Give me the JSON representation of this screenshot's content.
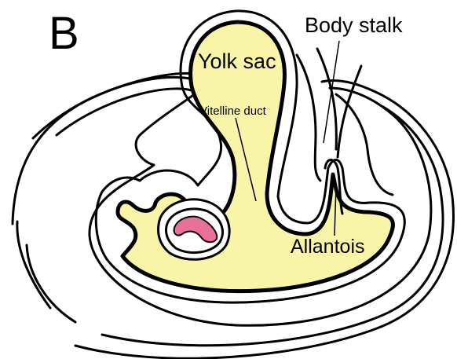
{
  "diagram": {
    "panel_letter": "B",
    "labels": {
      "yolk_sac": "Yolk sac",
      "vitelline_duct": "Vitelline duct",
      "body_stalk": "Body stalk",
      "allantois": "Allantois"
    },
    "colors": {
      "yolk": "#f8f4a8",
      "gut_pink": "#e8709a",
      "outline": "#000000",
      "background": "#ffffff"
    }
  }
}
